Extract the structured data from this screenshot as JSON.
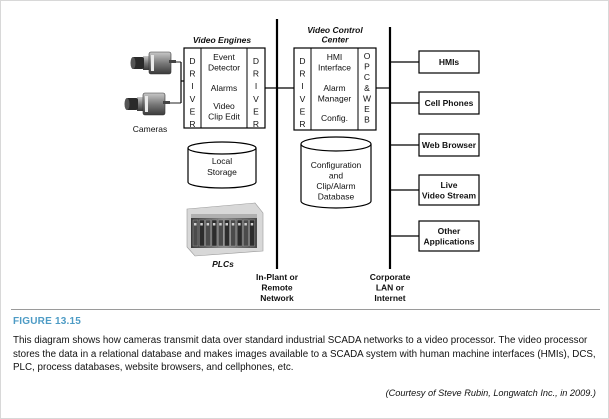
{
  "diagram": {
    "cameras": {
      "label": "Cameras"
    },
    "video_engines": {
      "title": "Video Engines",
      "left_driver": [
        "D",
        "R",
        "I",
        "V",
        "E",
        "R"
      ],
      "right_driver": [
        "D",
        "R",
        "I",
        "V",
        "E",
        "R"
      ],
      "items": [
        {
          "lines": [
            "Event",
            "Detector"
          ]
        },
        {
          "lines": [
            "Alarms"
          ]
        },
        {
          "lines": [
            "Video",
            "Clip Edit"
          ]
        }
      ]
    },
    "local_storage": {
      "lines": [
        "Local",
        "Storage"
      ]
    },
    "plcs": {
      "label": "PLCs"
    },
    "plant_network": {
      "lines": [
        "In-Plant or",
        "Remote",
        "Network"
      ]
    },
    "video_control_center": {
      "title_lines": [
        "Video Control",
        "Center"
      ],
      "left_driver": [
        "D",
        "R",
        "I",
        "V",
        "E",
        "R"
      ],
      "right_stack": [
        "O",
        "P",
        "C",
        "&",
        "W",
        "E",
        "B"
      ],
      "items": [
        {
          "lines": [
            "HMI",
            "Interface"
          ]
        },
        {
          "lines": [
            "Alarm",
            "Manager"
          ]
        },
        {
          "lines": [
            "Config."
          ]
        }
      ]
    },
    "database": {
      "lines": [
        "Configuration",
        "and",
        "Clip/Alarm",
        "Database"
      ]
    },
    "corporate_network": {
      "lines": [
        "Corporate",
        "LAN or",
        "Internet"
      ]
    },
    "outputs": [
      {
        "lines": [
          "HMIs"
        ]
      },
      {
        "lines": [
          "Cell Phones"
        ]
      },
      {
        "lines": [
          "Web Browser"
        ]
      },
      {
        "lines": [
          "Live",
          "Video Stream"
        ]
      },
      {
        "lines": [
          "Other",
          "Applications"
        ]
      }
    ]
  },
  "figure": {
    "label": "FIGURE 13.15",
    "caption": "This diagram shows how cameras transmit data over standard industrial SCADA networks to a video processor. The video processor stores the data in a relational database and makes images available to a SCADA system with human  machine interfaces (HMIs), DCS, PLC, process databases, website browsers, and cellphones, etc.",
    "credit": "(Courtesy of Steve Rubin, Longwatch Inc., in 2009.)"
  }
}
